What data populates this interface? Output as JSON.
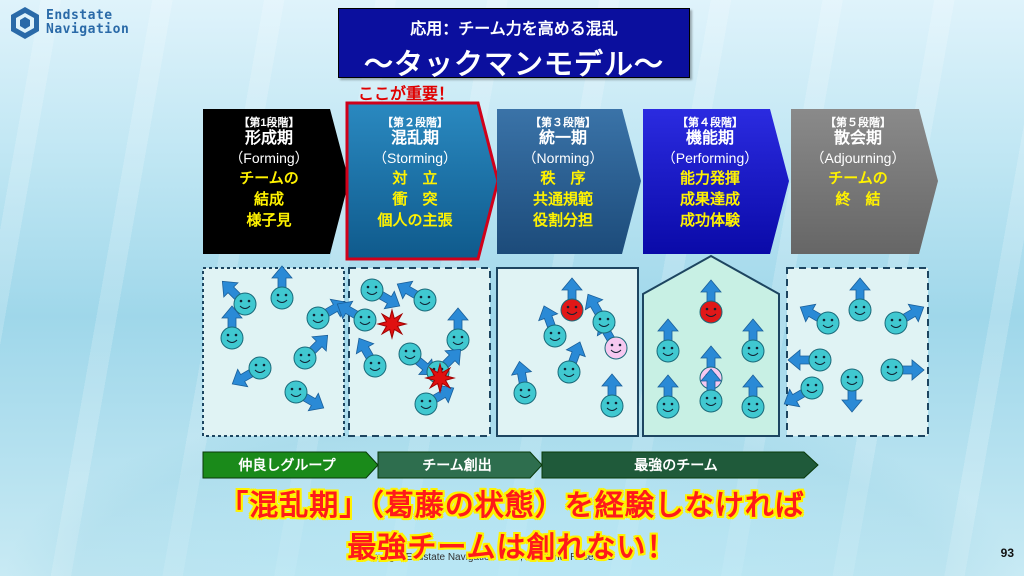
{
  "logo": {
    "line1": "Endstate",
    "line2": "Navigation"
  },
  "title": {
    "line1": "応用：チーム力を高める混乱",
    "line2": "〜タックマンモデル〜"
  },
  "callout": "ここが重要！",
  "stages": [
    {
      "label": "【第1段階】",
      "name": "形成期",
      "en": "（Forming）",
      "desc": [
        "チームの",
        "結成",
        "様子見"
      ],
      "color": "#000000"
    },
    {
      "label": "【第２段階】",
      "name": "混乱期",
      "en": "（Storming）",
      "desc": [
        "対　立",
        "衝　突",
        "個人の主張"
      ],
      "color": "#1a6fa0"
    },
    {
      "label": "【第３段階】",
      "name": "統一期",
      "en": "（Norming）",
      "desc": [
        "秩　序",
        "共通規範",
        "役割分担"
      ],
      "color": "#2a5f8f"
    },
    {
      "label": "【第４段階】",
      "name": "機能期",
      "en": "（Performing）",
      "desc": [
        "能力発揮",
        "成果達成",
        "成功体験"
      ],
      "color": "#1212c8"
    },
    {
      "label": "【第５段階】",
      "name": "散会期",
      "en": "（Adjourning）",
      "desc": [
        "チームの",
        "終　結"
      ],
      "color": "#7a7a7a"
    }
  ],
  "phases": [
    {
      "label": "仲良しグループ",
      "color": "#1a8a1a"
    },
    {
      "label": "チーム創出",
      "color": "#2e6e4e"
    },
    {
      "label": "最強のチーム",
      "color": "#1f5a3a"
    }
  ],
  "message": {
    "line1": "「混乱期」（葛藤の状態）を経験しなければ",
    "line2": "最強チームは創れない！"
  },
  "footer": "Copyright Endstate Navigation 2024, All Rights Reserved",
  "page_number": "93"
}
